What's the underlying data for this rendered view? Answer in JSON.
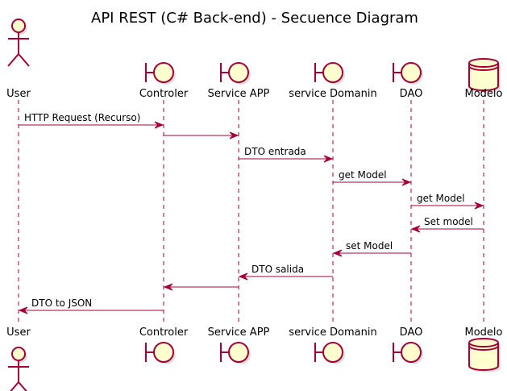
{
  "title": "API REST (C# Back-end) - Secuence Diagram",
  "colors": {
    "line": "#A80036",
    "fill": "#FEFECE",
    "text": "#000000"
  },
  "participants": [
    {
      "id": "user",
      "label": "User",
      "kind": "actor-icon"
    },
    {
      "id": "controler",
      "label": "Controler",
      "kind": "boundary-icon"
    },
    {
      "id": "serviceapp",
      "label": "Service APP",
      "kind": "boundary-icon"
    },
    {
      "id": "servicedomain",
      "label": "service Domanin",
      "kind": "boundary-icon"
    },
    {
      "id": "dao",
      "label": "DAO",
      "kind": "boundary-icon"
    },
    {
      "id": "modelo",
      "label": "Modelo",
      "kind": "database-icon"
    }
  ],
  "messages": [
    {
      "from": "user",
      "to": "controler",
      "label": "HTTP Request (Recurso)"
    },
    {
      "from": "controler",
      "to": "serviceapp",
      "label": ""
    },
    {
      "from": "serviceapp",
      "to": "servicedomain",
      "label": "DTO entrada"
    },
    {
      "from": "servicedomain",
      "to": "dao",
      "label": "get Model"
    },
    {
      "from": "dao",
      "to": "modelo",
      "label": "get Model"
    },
    {
      "from": "modelo",
      "to": "dao",
      "label": "Set model"
    },
    {
      "from": "dao",
      "to": "servicedomain",
      "label": "set Model"
    },
    {
      "from": "servicedomain",
      "to": "serviceapp",
      "label": "DTO salida"
    },
    {
      "from": "serviceapp",
      "to": "controler",
      "label": ""
    },
    {
      "from": "controler",
      "to": "user",
      "label": "DTO to JSON"
    }
  ]
}
